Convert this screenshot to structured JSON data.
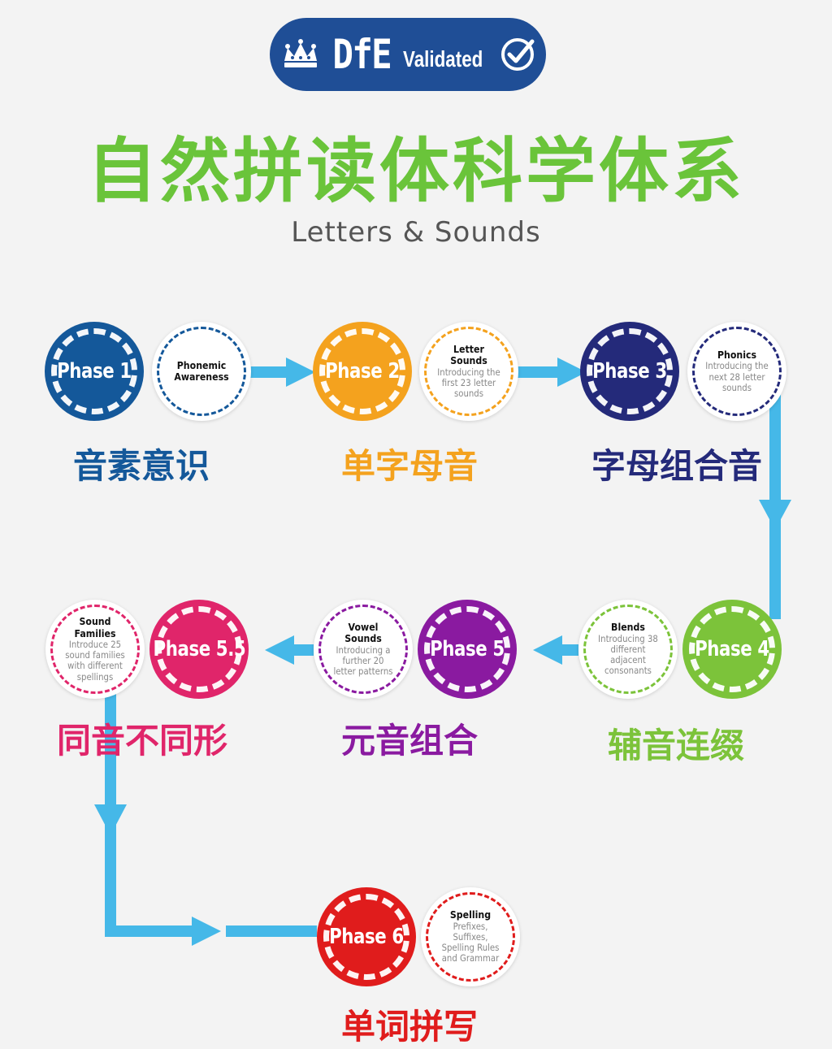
{
  "badge": {
    "org": "DfE",
    "label": "Validated",
    "icons": [
      "crown-icon",
      "check-circle-icon"
    ]
  },
  "title": "自然拼读体科学体系",
  "subtitle": "Letters & Sounds",
  "colors": {
    "arrow": "#45b8e8",
    "title": "#6ac43a",
    "phase1": "#14589a",
    "phase2": "#f4a21e",
    "phase3": "#242a7a",
    "phase4": "#7cc33a",
    "phase5": "#8a1aa0",
    "phase55": "#e0256a",
    "phase6": "#e01c1c"
  },
  "phases": [
    {
      "label": "Phase 1",
      "info_title": "Phonemic Awareness",
      "info_desc": "",
      "cn": "音素意识"
    },
    {
      "label": "Phase 2",
      "info_title": "Letter Sounds",
      "info_desc": "Introducing the first 23 letter sounds",
      "cn": "单字母音"
    },
    {
      "label": "Phase 3",
      "info_title": "Phonics",
      "info_desc": "Introducing the next 28 letter sounds",
      "cn": "字母组合音"
    },
    {
      "label": "Phase 4",
      "info_title": "Blends",
      "info_desc": "Introducing 38 different adjacent consonants",
      "cn": "辅音连缀"
    },
    {
      "label": "Phase 5",
      "info_title": "Vowel Sounds",
      "info_desc": "Introducing a further 20 letter patterns",
      "cn": "元音组合"
    },
    {
      "label": "Phase 5.5",
      "info_title": "Sound Families",
      "info_desc": "Introduce 25 sound families with different spellings",
      "cn": "同音不同形"
    },
    {
      "label": "Phase 6",
      "info_title": "Spelling",
      "info_desc": "Prefixes, Suffixes, Spelling Rules and Grammar",
      "cn": "单词拼写"
    }
  ]
}
